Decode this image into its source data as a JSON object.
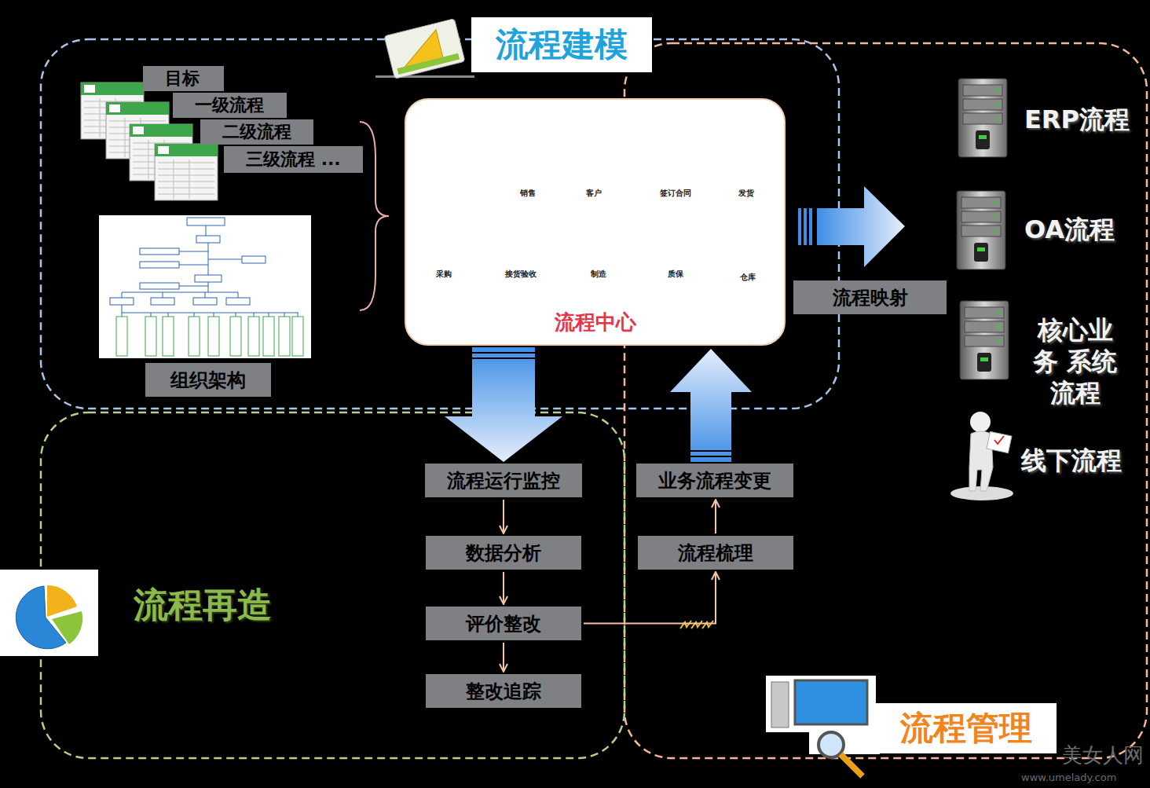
{
  "diagram": {
    "nodes": [
      {
        "text": [
          "流程建模"
        ]
      },
      {
        "text": [
          "目标"
        ],
        "in": 0
      },
      {
        "text": [
          "一级流程"
        ],
        "in": 0
      },
      {
        "text": [
          "二级流程"
        ],
        "in": 0
      },
      {
        "text": [
          "三级流程 ..."
        ],
        "in": 0
      },
      {
        "text": [
          "组织架构"
        ],
        "in": 0
      },
      {
        "text": [
          "流程中心"
        ],
        "in": 0
      },
      {
        "text": [
          "销售"
        ],
        "in": 6
      },
      {
        "text": [
          "客户"
        ],
        "in": 6
      },
      {
        "text": [
          "签订合同"
        ],
        "in": 6
      },
      {
        "text": [
          "发货"
        ],
        "in": 6
      },
      {
        "text": [
          "采购"
        ],
        "in": 6
      },
      {
        "text": [
          "接货验收"
        ],
        "in": 6
      },
      {
        "text": [
          "制造"
        ],
        "in": 6
      },
      {
        "text": [
          "质保"
        ],
        "in": 6
      },
      {
        "text": [
          "仓库"
        ],
        "in": 6
      },
      {
        "text": [
          "流程管理"
        ]
      },
      {
        "text": [
          "ERP流程"
        ],
        "in": 16
      },
      {
        "text": [
          "OA流程"
        ],
        "in": 16
      },
      {
        "text": [
          "核心业务 系统流程"
        ],
        "in": 16
      },
      {
        "text": [
          "线下流程"
        ],
        "in": 16
      },
      {
        "text": [
          "流程映射"
        ],
        "in": 16
      },
      {
        "text": [
          "流程再造"
        ]
      },
      {
        "text": [
          "流程运行监控"
        ],
        "in": 22
      },
      {
        "text": [
          "数据分析"
        ],
        "in": 22
      },
      {
        "text": [
          "评价整改"
        ],
        "in": 22
      },
      {
        "text": [
          "整改追踪"
        ],
        "in": 22
      },
      {
        "text": [
          "流程梳理"
        ],
        "in": 16
      },
      {
        "text": [
          "业务流程变更"
        ],
        "in": 16
      }
    ],
    "edges": [
      {
        "from": 7,
        "to": 8,
        "arrow": "to"
      },
      {
        "from": 8,
        "to": 9,
        "arrow": "to"
      },
      {
        "from": 9,
        "to": 10,
        "arrow": "to"
      },
      {
        "from": 11,
        "to": 12,
        "arrow": "to"
      },
      {
        "from": 12,
        "to": 13,
        "arrow": "to"
      },
      {
        "from": 13,
        "to": 14,
        "arrow": "to"
      },
      {
        "from": 14,
        "to": 15,
        "arrow": "to"
      },
      {
        "from": 15,
        "to": 10,
        "arrow": "to"
      },
      {
        "from": 6,
        "to": 23,
        "arrow": "to"
      },
      {
        "from": 23,
        "to": 24,
        "arrow": "to"
      },
      {
        "from": 24,
        "to": 25,
        "arrow": "to"
      },
      {
        "from": 25,
        "to": 26,
        "arrow": "to"
      },
      {
        "from": 25,
        "to": 27,
        "arrow": "to"
      },
      {
        "from": 27,
        "to": 28,
        "arrow": "to"
      },
      {
        "from": 28,
        "to": 6,
        "arrow": "to"
      }
    ],
    "labels": [
      "美女人网",
      "www.umelady.com"
    ]
  }
}
